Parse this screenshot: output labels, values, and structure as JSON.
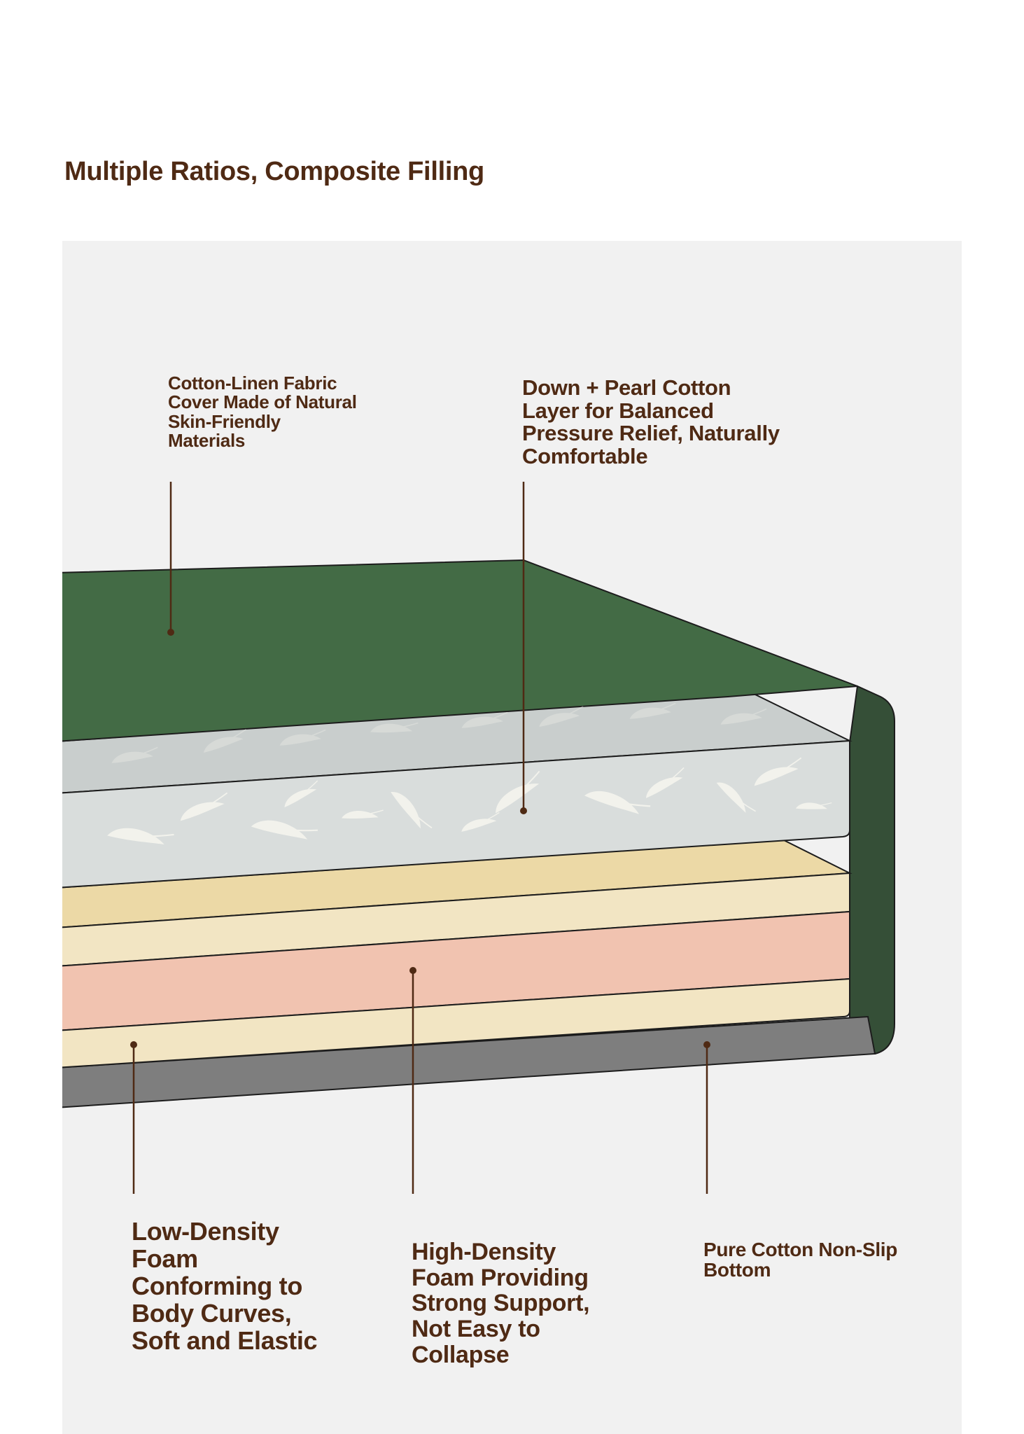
{
  "title": "Multiple Ratios, Composite Filling",
  "callouts": {
    "cover": "Cotton-Linen Fabric Cover Made of Natural Skin-Friendly Materials",
    "down_layer": "Down + Pearl Cotton Layer for Balanced Pressure Relief, Naturally Comfortable",
    "low_density": "Low-Density Foam Conforming to Body Curves, Soft and Elastic",
    "high_density": "High-Density Foam Providing Strong Support, Not Easy to Collapse",
    "bottom": "Pure Cotton Non-Slip Bottom"
  },
  "colors": {
    "cover_top": "#436b45",
    "cover_side": "#354f37",
    "down_top": "#c9cecd",
    "down_front": "#d9dddc",
    "foam_top": "#ecd9a6",
    "foam_cream": "#f2e5c3",
    "foam_pink": "#f1c3b0",
    "bottom": "#7e7e7e",
    "text": "#4f2a14",
    "panel": "#f1f1f1"
  }
}
